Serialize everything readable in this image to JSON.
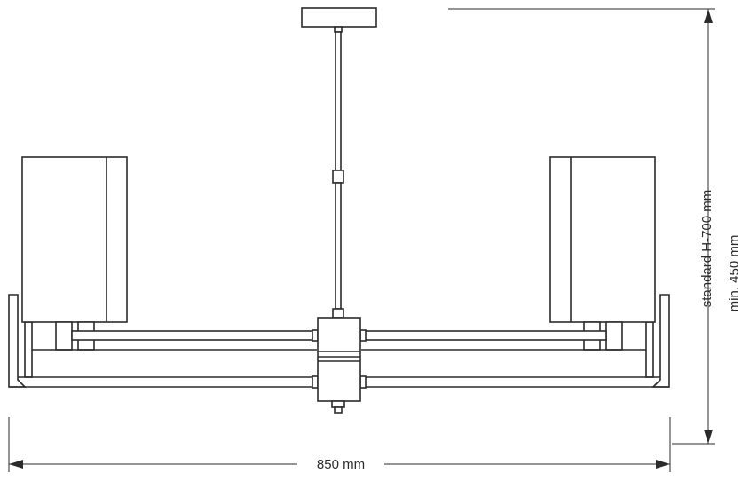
{
  "dimensions": {
    "width_label": "850 mm",
    "height_standard_label": "standard H-700 mm",
    "height_min_label": "min. 450 mm"
  },
  "colors": {
    "line": "#2b2b2b",
    "background": "#ffffff"
  }
}
